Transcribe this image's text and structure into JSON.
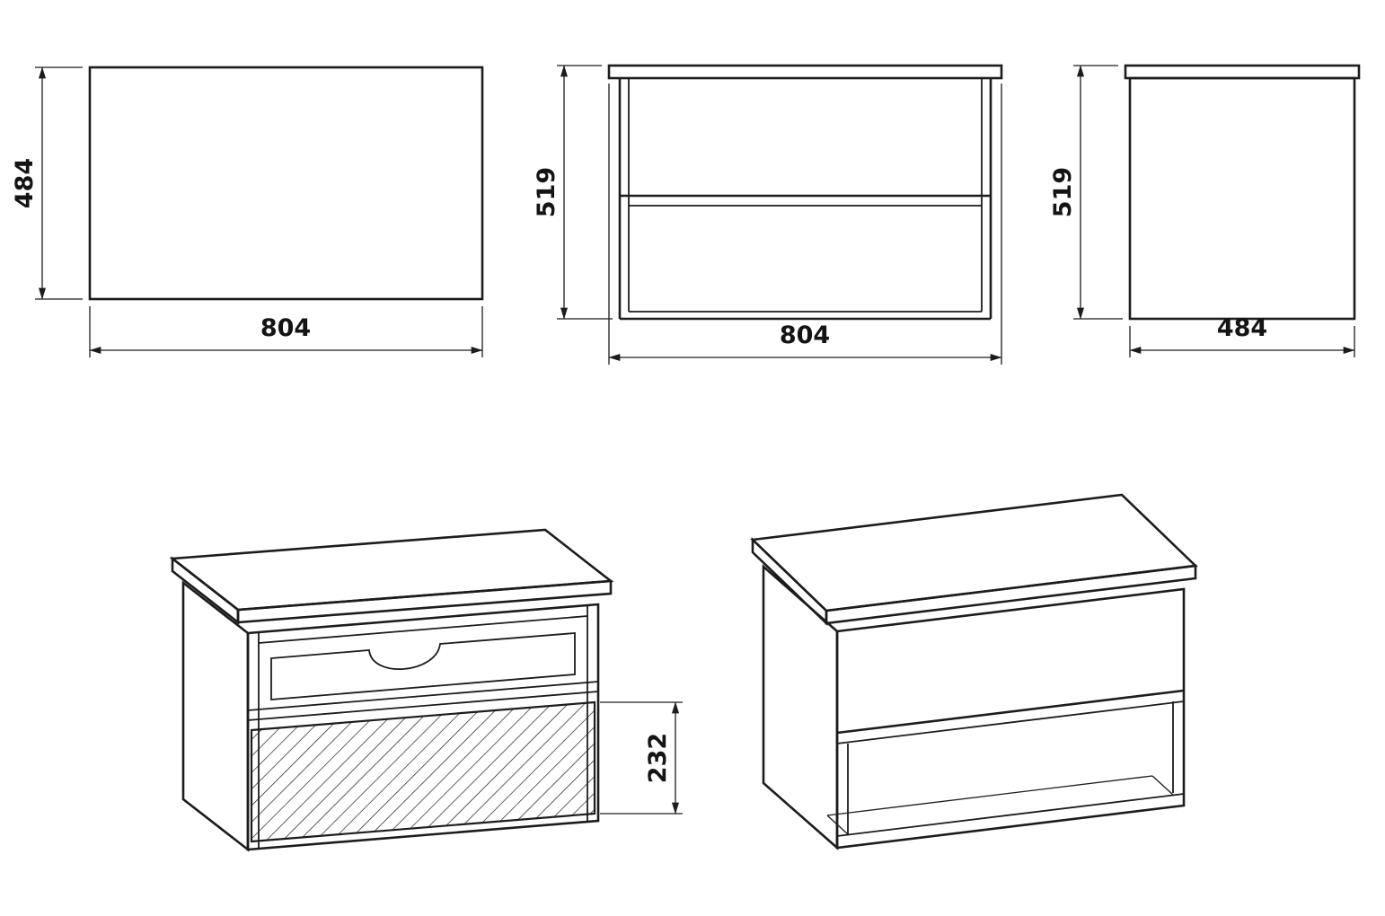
{
  "sheet": {
    "background_color": "#ffffff",
    "line_color": "#1c1c1c"
  },
  "views": {
    "top": {
      "width_dim": "804",
      "height_dim": "484"
    },
    "front": {
      "width_dim": "804",
      "height_dim": "519"
    },
    "side": {
      "width_dim": "484",
      "height_dim": "519"
    },
    "iso_drawer_open": {
      "drawer_front_height_dim": "232"
    }
  }
}
